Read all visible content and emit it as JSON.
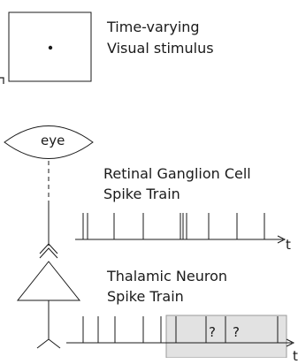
{
  "stimulus": {
    "label_line1": "Time-varying",
    "label_line2": "Visual stimulus"
  },
  "eye": {
    "label": "eye"
  },
  "retinal": {
    "label_line1": "Retinal Ganglion Cell",
    "label_line2": "Spike Train",
    "time_label": "t"
  },
  "thalamic": {
    "label_line1": "Thalamic Neuron",
    "label_line2": "Spike Train",
    "time_label": "t",
    "unknown_marks": [
      "?",
      "?"
    ]
  },
  "colors": {
    "stroke": "#1a1a1a",
    "shaded_region_fill": "#e2e2e2",
    "shaded_region_stroke": "#9a9a9a"
  }
}
